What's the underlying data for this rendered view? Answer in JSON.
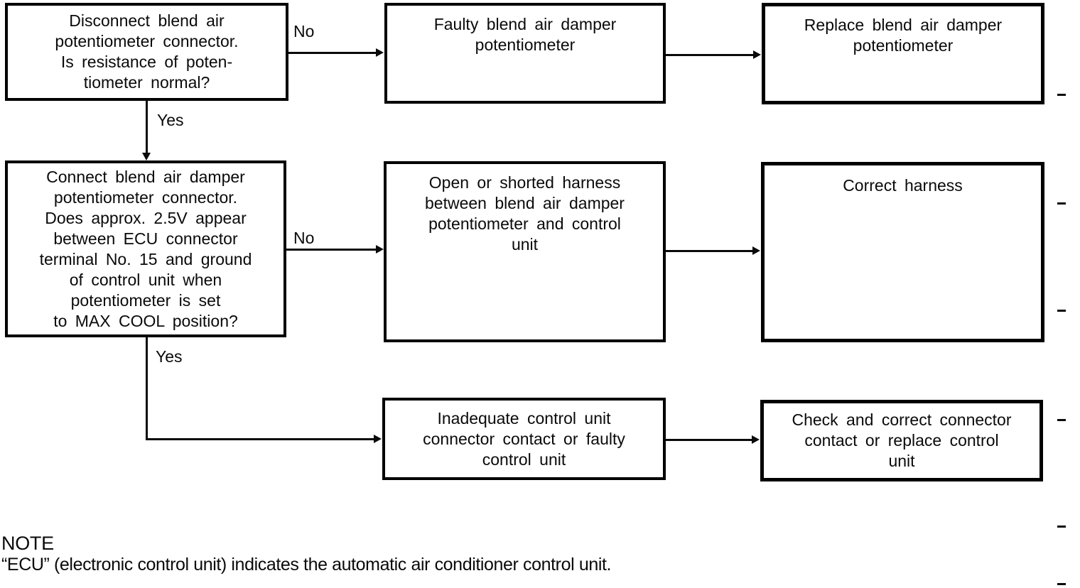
{
  "flowchart": {
    "boxes": {
      "q1": "Disconnect blend air\npotentiometer connector.\nIs resistance of poten-\ntiometer normal?",
      "faulty_pot": "Faulty blend air damper\npotentiometer",
      "replace_pot": "Replace blend air damper\npotentiometer",
      "q2": "Connect blend air damper\npotentiometer connector.\nDoes approx. 2.5V appear\nbetween ECU connector\nterminal No. 15 and ground\nof control unit when\npotentiometer is set\nto MAX COOL position?",
      "open_shorted": "Open or shorted harness\nbetween blend air damper\npotentiometer and control\nunit",
      "correct_harness": "Correct harness",
      "inadequate": "Inadequate control unit\nconnector contact or faulty\ncontrol unit",
      "check_correct": "Check and correct connector\ncontact or replace control\nunit"
    },
    "edge_labels": {
      "no1": "No",
      "yes1": "Yes",
      "no2": "No",
      "yes2": "Yes"
    },
    "note": {
      "title": "NOTE",
      "body": "“ECU” (electronic control unit) indicates the automatic air conditioner control unit."
    }
  }
}
